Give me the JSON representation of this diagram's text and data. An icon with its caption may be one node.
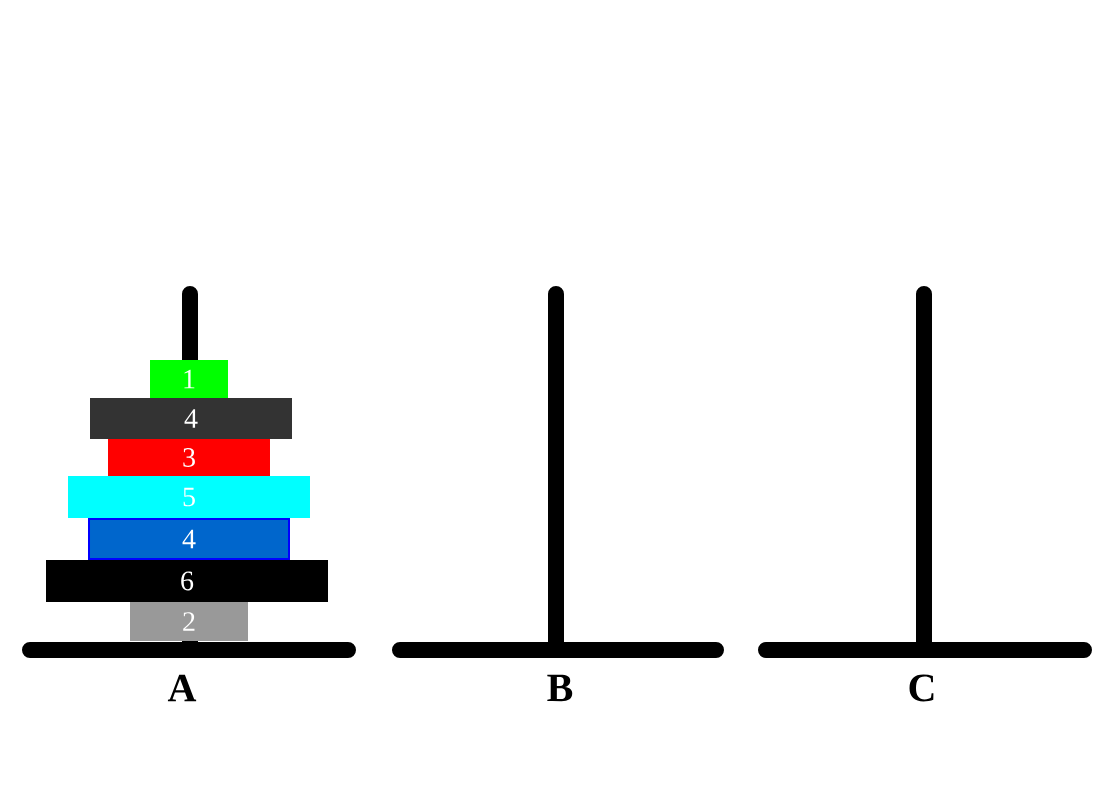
{
  "diagram": {
    "nodes": [
      {
        "text": [
          "1"
        ]
      },
      {
        "text": [
          "4"
        ]
      },
      {
        "text": [
          "3"
        ]
      },
      {
        "text": [
          "5"
        ]
      },
      {
        "text": [
          "4"
        ]
      },
      {
        "text": [
          "6"
        ]
      },
      {
        "text": [
          "2"
        ]
      }
    ],
    "labels": [
      "A",
      "B",
      "C"
    ]
  }
}
